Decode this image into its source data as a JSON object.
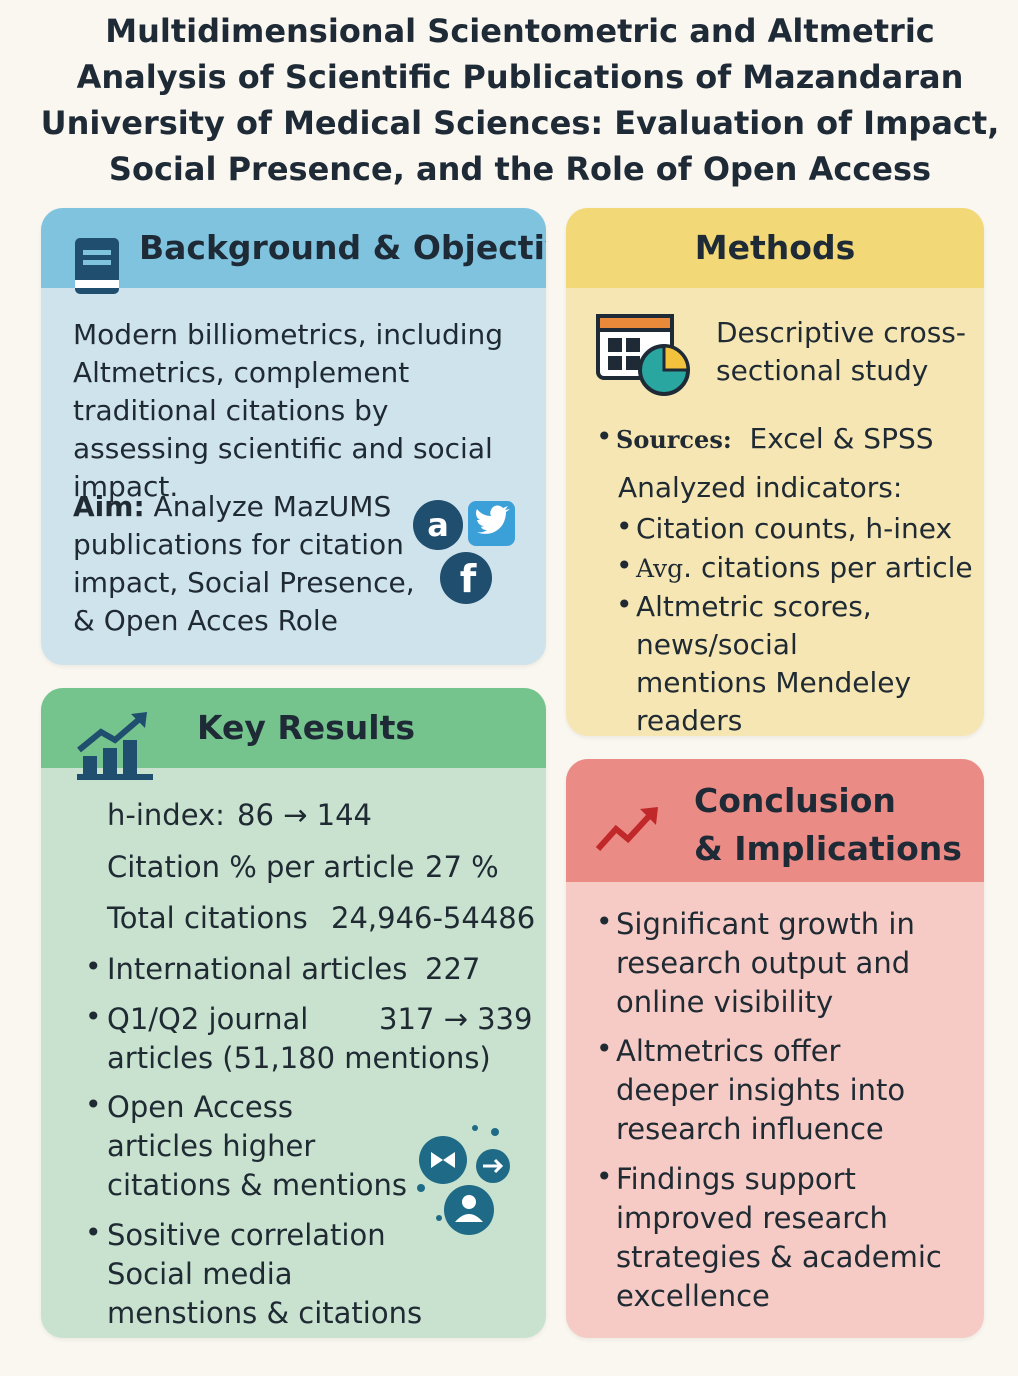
{
  "title": "Multidimensional Scientometric and Altmetric Analysis of Scientific Publications of Mazandaran University of Medical Sciences: Evaluation of Impact, Social Presence, and the Role of Open Access",
  "background": {
    "heading": "Background & Objectiv",
    "text": "Modern billiometrics, including Altmetrics, complement traditional citations by assessing scientific and social impact.",
    "aim_label": "Aim:",
    "aim_text": " Analyze MazUMS publications for citation impact, Social Presence, & Open Acces Role",
    "icon_letter_a": "a",
    "icon_letter_f": "f"
  },
  "methods": {
    "heading": "Methods",
    "study_type": "Descriptive cross-sectional study",
    "sources_label": "Sources:",
    "sources_value": "Excel & SPSS",
    "indicators_heading": "Analyzed indicators:",
    "indicators": [
      {
        "prefix": "",
        "text": "Citation counts, h-inex"
      },
      {
        "prefix": "Avg",
        "text": ". citations per article"
      },
      {
        "prefix": "",
        "text": "Altmetric scores, news/social mentions Mendeley readers"
      }
    ]
  },
  "results": {
    "heading": "Key Results",
    "hindex_label": "h-index:",
    "hindex_value": "86 → 144",
    "citation_pct_label": "Citation % per article",
    "citation_pct_value": "27 %",
    "total_citations_label": "Total citations",
    "total_citations_value": "24,946-54486",
    "international_label": "International articles",
    "international_value": "227",
    "q1q2_label": "Q1/Q2 journal",
    "q1q2_value": "317 → 339",
    "q1q2_sub": "articles (51,180 mentions)",
    "open_access": "Open Access articles higher citations & mentions",
    "correlation": "Sositive correlation Social media menstions & citations"
  },
  "conclusion": {
    "heading_line1": "Conclusion",
    "heading_line2": "& Implications",
    "items": [
      "Significant growth in research output and online visibility",
      "Altmetrics offer deeper insights into research influence",
      "Findings support improved research strategies & academic excellence"
    ]
  },
  "colors": {
    "background_head": "#7fc3df",
    "methods_head": "#f3d877",
    "results_head": "#76c48d",
    "conclusion_head": "#eb8b86",
    "icon_dark": "#1f4e6e"
  },
  "icons": [
    "book-icon",
    "altmetric-icon",
    "twitter-icon",
    "facebook-icon",
    "calendar-chart-icon",
    "bar-growth-icon",
    "trend-arrow-icon",
    "social-network-icon"
  ]
}
